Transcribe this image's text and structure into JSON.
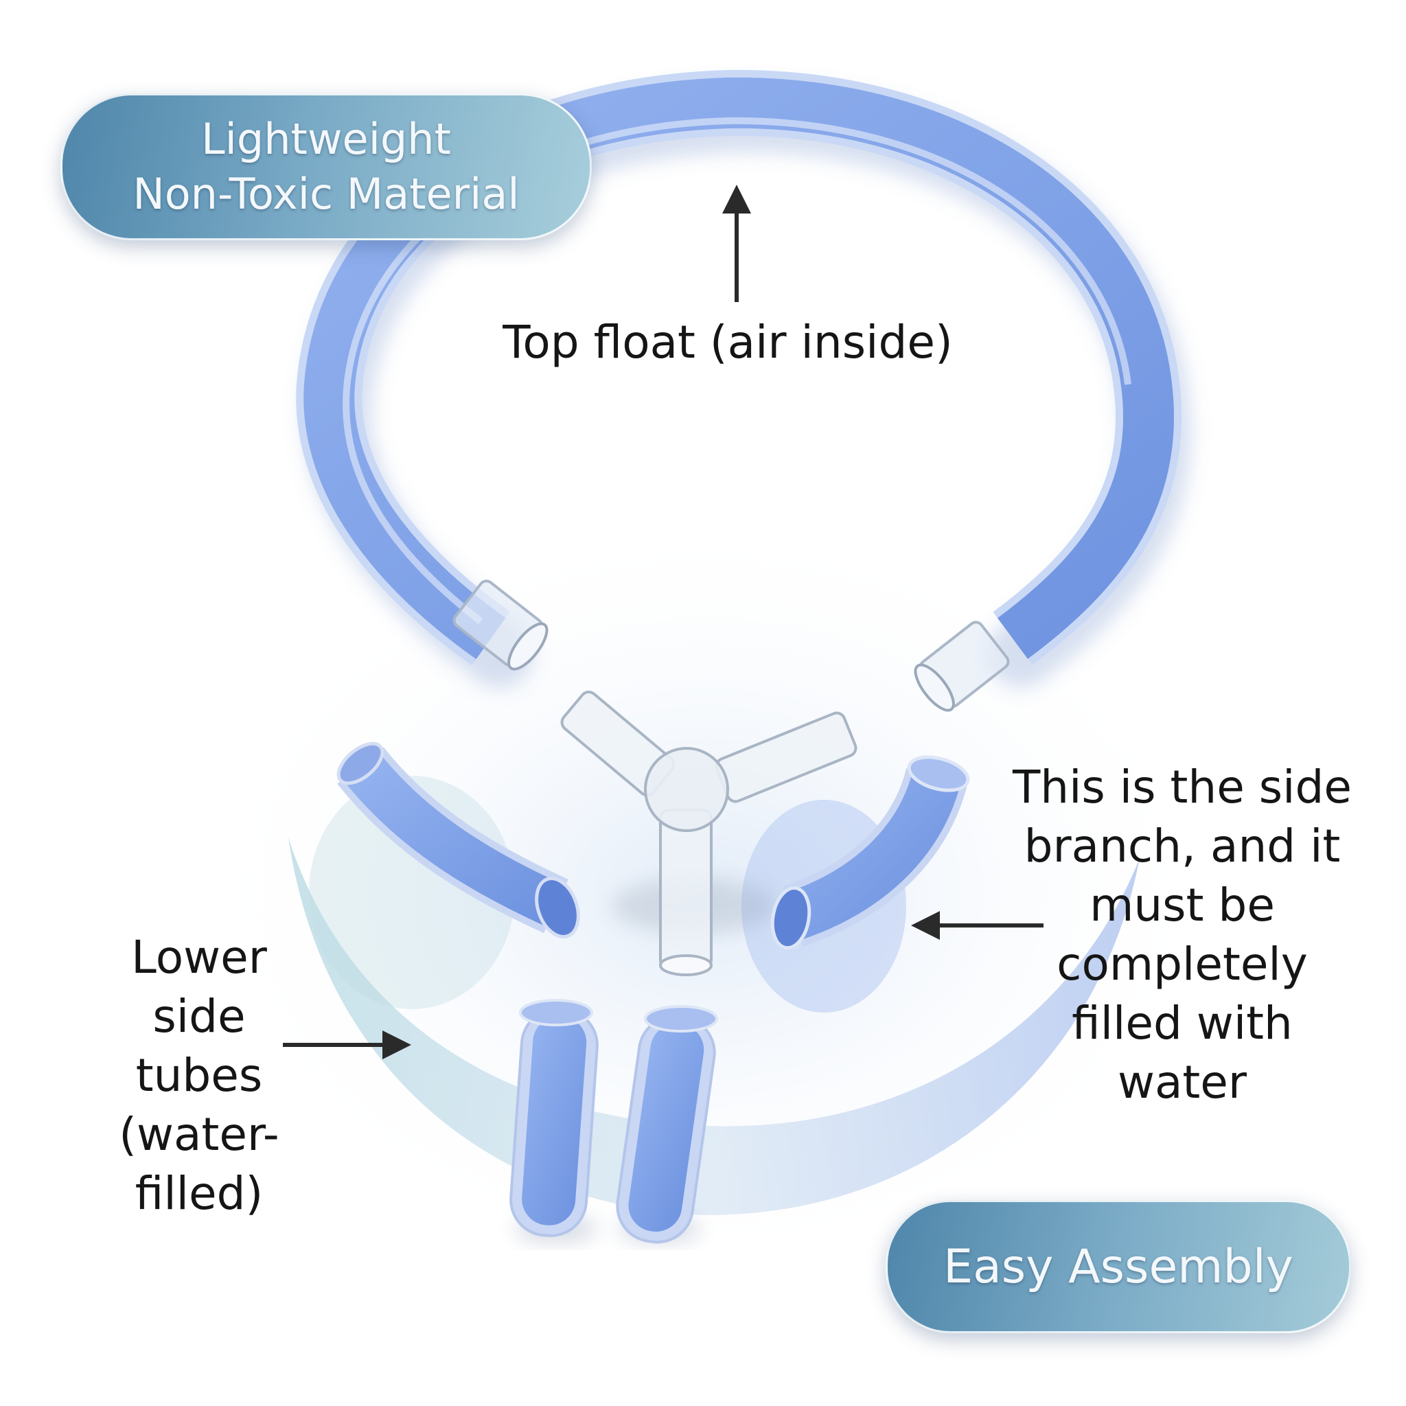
{
  "badges": {
    "material": [
      "Lightweight",
      "Non-Toxic Material"
    ],
    "assembly": "Easy Assembly"
  },
  "callouts": {
    "top_float": "Top float (air inside)",
    "side_branch": [
      "This is the side",
      "branch, and it",
      "must be",
      "completely",
      "filled with",
      "water"
    ],
    "lower_tubes": [
      "Lower",
      "side",
      "tubes",
      "(water-",
      "filled)"
    ]
  },
  "colors": {
    "tube_blue": "#7fa0e6",
    "badge_teal": "#5f93b5",
    "text": "#151515"
  }
}
